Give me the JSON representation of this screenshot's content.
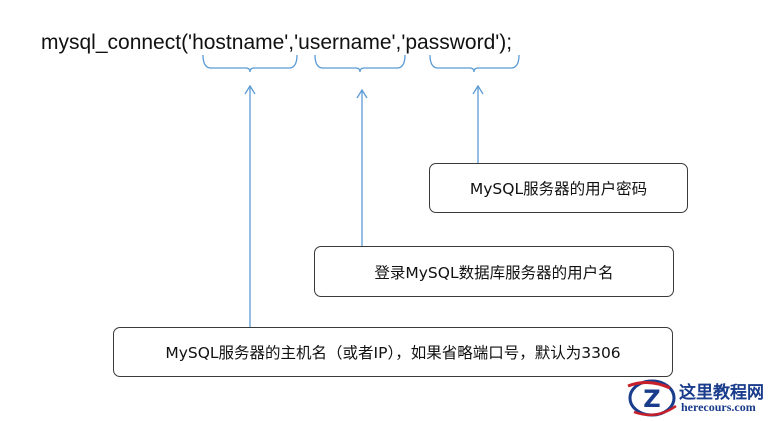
{
  "code": "mysql_connect('hostname','username','password');",
  "annotations": {
    "password": "MySQL服务器的用户密码",
    "username": "登录MySQL数据库服务器的用户名",
    "hostname": "MySQL服务器的主机名（或者IP），如果省略端口号，默认为3306"
  },
  "logo": {
    "main": "这里教程网",
    "sub": "herecours.com",
    "icon_letter": "Z"
  },
  "colors": {
    "arrow": "#5b9bd5",
    "border": "#3a3a3a",
    "logo_blue": "#1a3c8c",
    "logo_red": "#c8202a"
  }
}
